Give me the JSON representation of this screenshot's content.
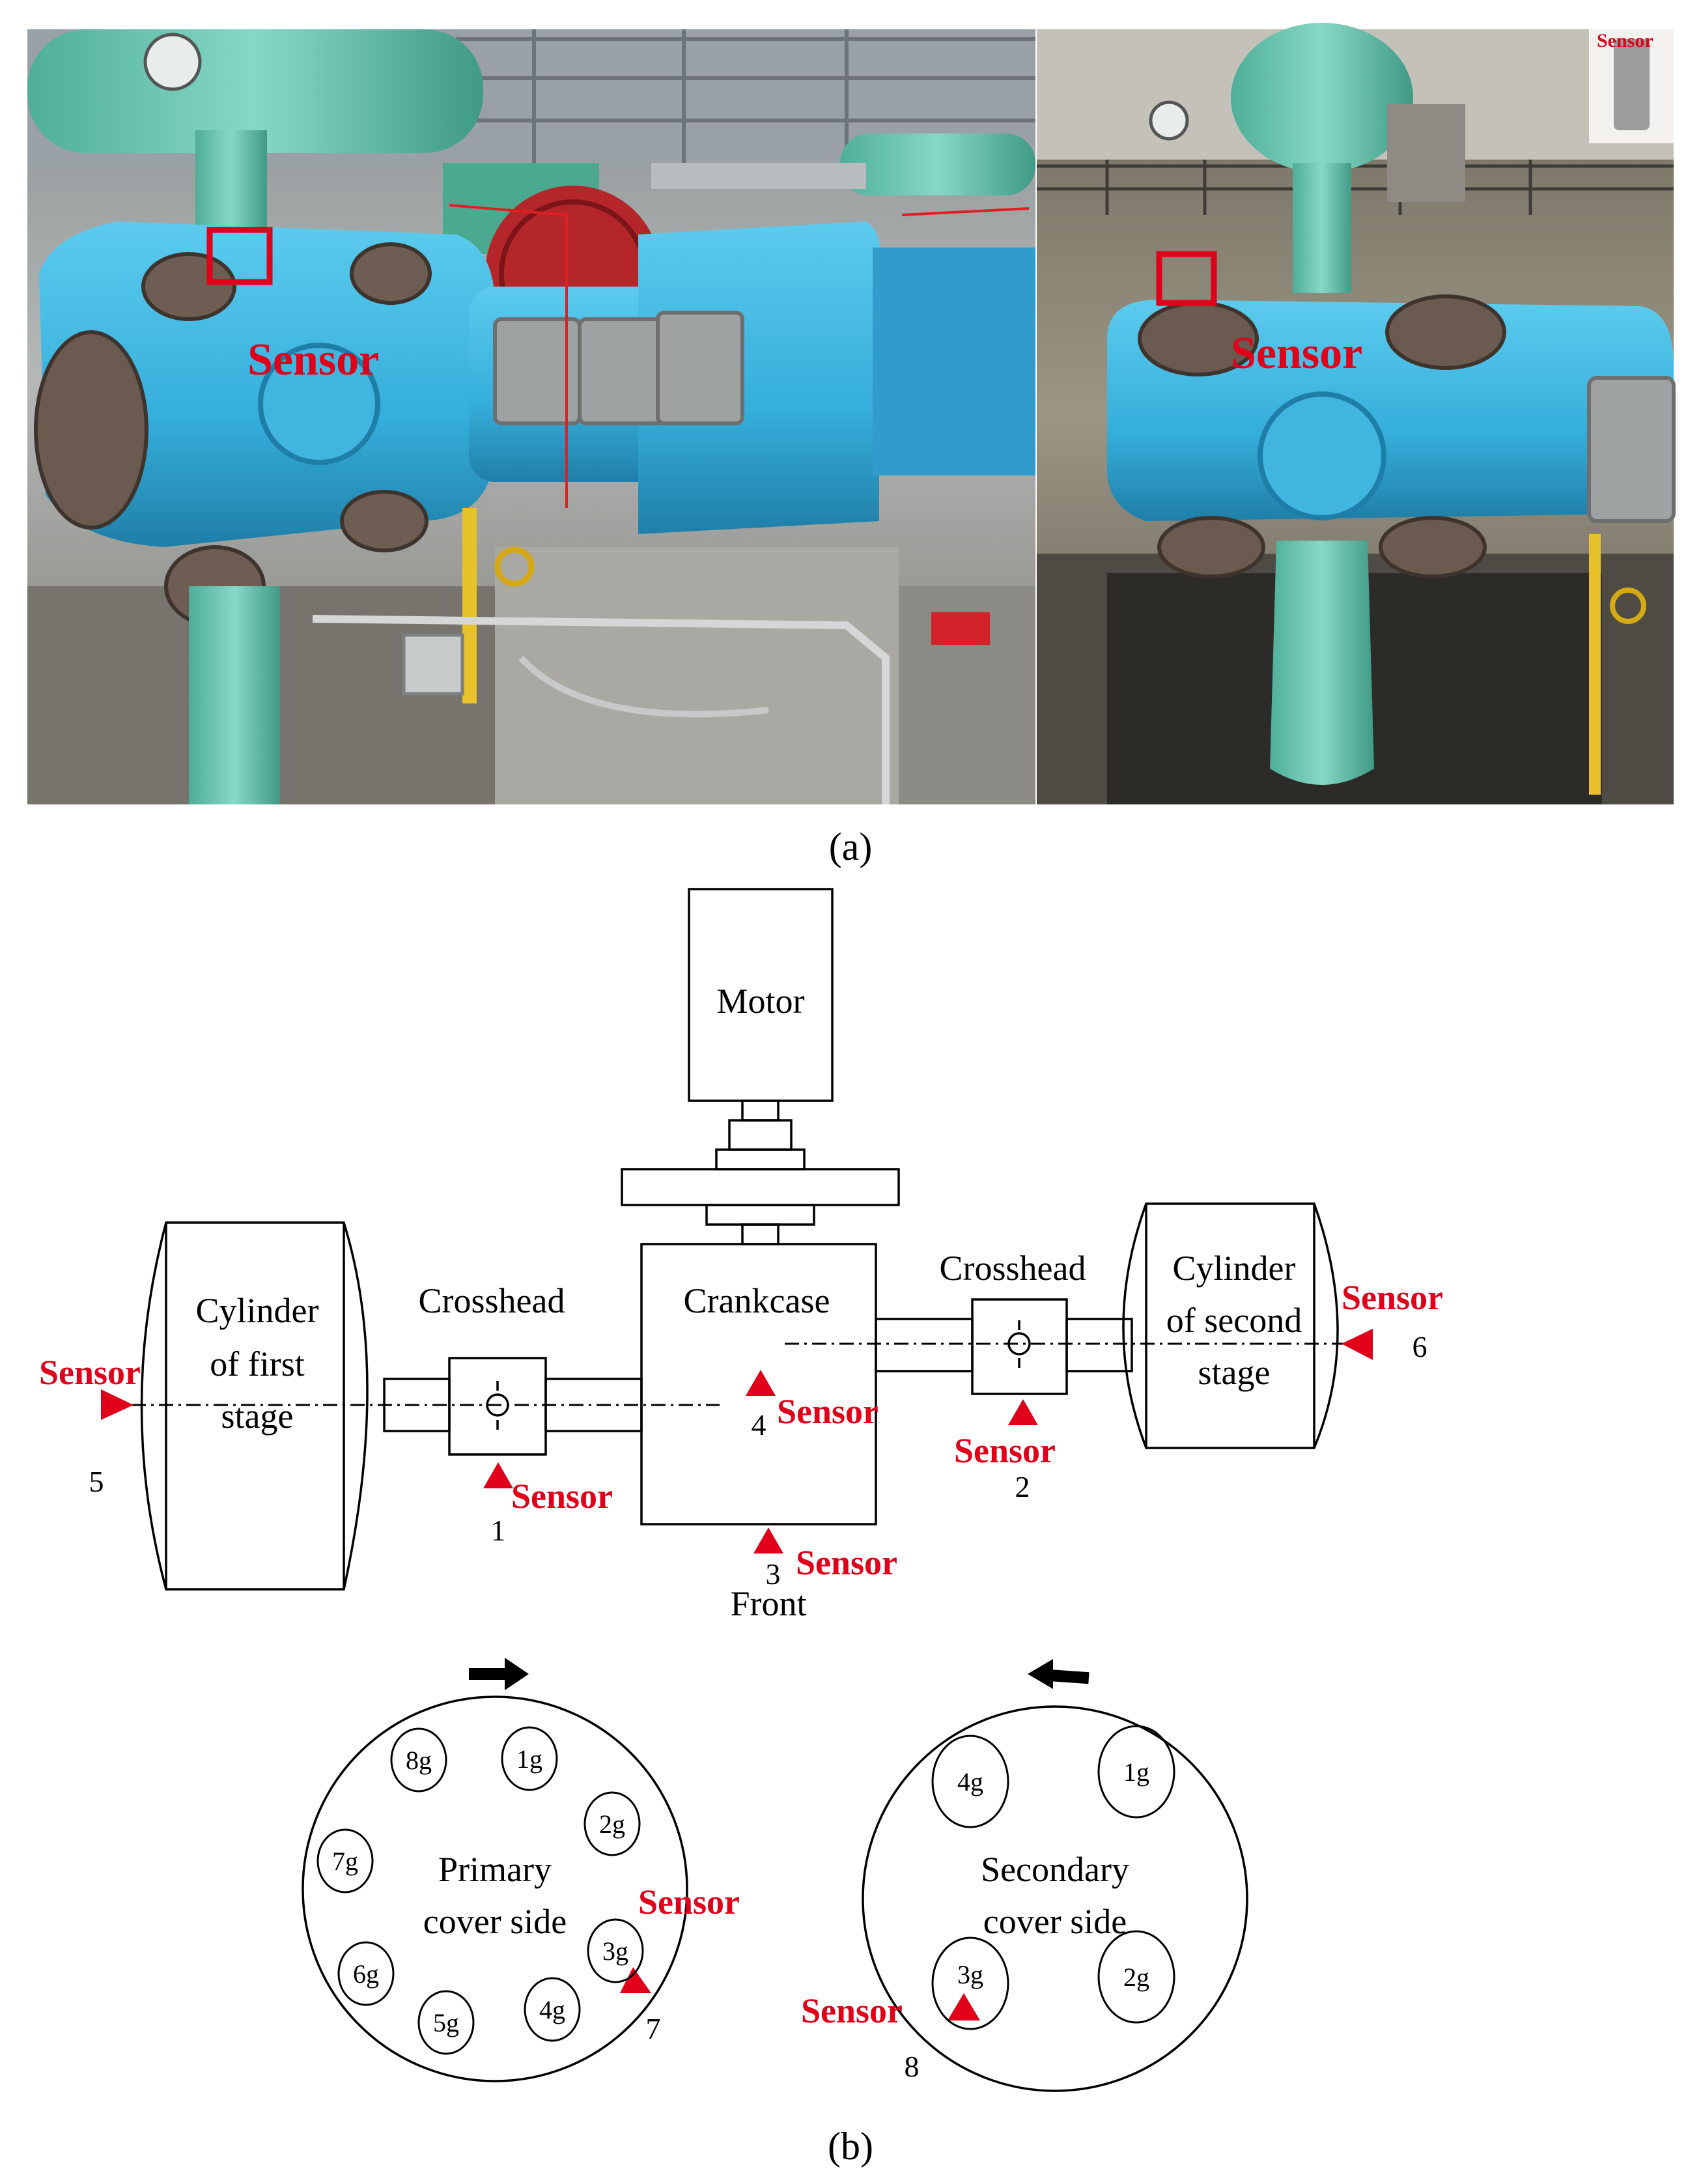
{
  "photos": {
    "sensor_label_left": "Sensor",
    "sensor_label_right": "Sensor",
    "inset_label": "Sensor"
  },
  "captions": {
    "a": "(a)",
    "b": "(b)"
  },
  "diagram": {
    "motor": "Motor",
    "crankcase": "Crankcase",
    "front": "Front",
    "crosshead_left": "Crosshead",
    "crosshead_right": "Crosshead",
    "cyl1": [
      "Cylinder",
      "of first",
      "stage"
    ],
    "cyl2": [
      "Cylinder",
      "of second",
      "stage"
    ],
    "sensor_word": "Sensor",
    "sensor_numbers": {
      "s1": "1",
      "s2": "2",
      "s3": "3",
      "s4": "4",
      "s5": "5",
      "s6": "6",
      "s7": "7",
      "s8": "8"
    },
    "primary_cover": [
      "Primary",
      "cover side"
    ],
    "secondary_cover": [
      "Secondary",
      "cover side"
    ],
    "primary_valves": [
      "8g",
      "1g",
      "2g",
      "7g",
      "3g",
      "6g",
      "5g",
      "4g"
    ],
    "secondary_valves": [
      "4g",
      "1g",
      "3g",
      "2g"
    ]
  },
  "colors": {
    "sensor_red": "#e0001a",
    "machine_blue": "#3cb4dc",
    "pipe_green": "#6ec8b4"
  }
}
